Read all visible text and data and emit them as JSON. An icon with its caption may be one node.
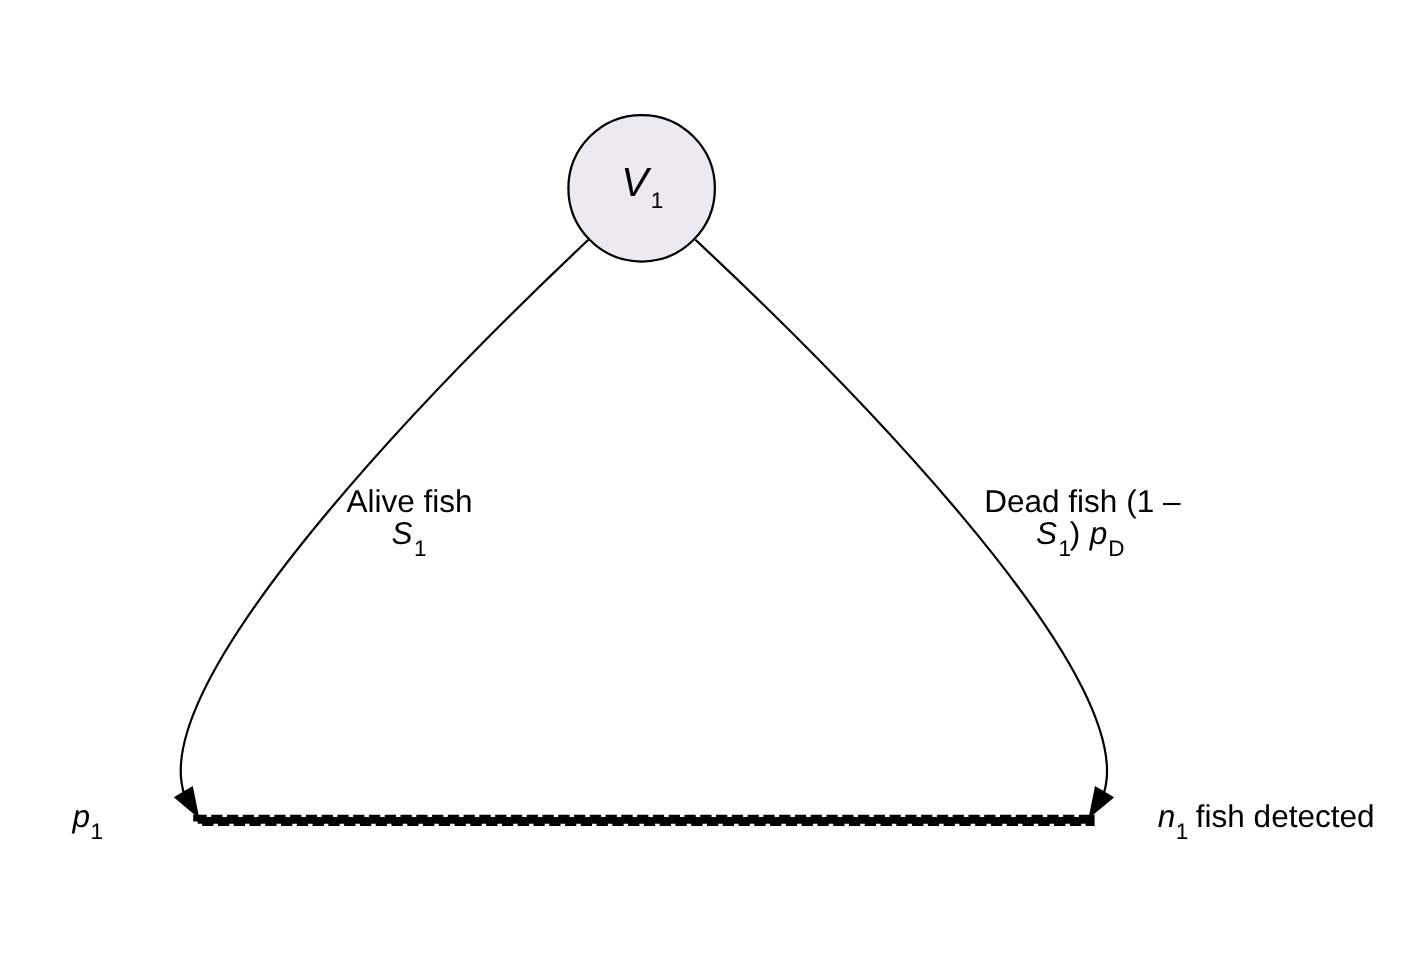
{
  "diagram": {
    "nodes": [
      {
        "text": [
          "*V*$_{1}$"
        ]
      },
      {
        "text": [],
        "shape": "bar",
        "beside": [
          "*p*$_{1}$",
          "*n*$_{1}$ fish detected"
        ]
      }
    ],
    "edges": [
      {
        "from": 0,
        "to": 1,
        "arrow": "to",
        "label": "Alive fish *S*$_{1}$"
      },
      {
        "from": 0,
        "to": 1,
        "arrow": "to",
        "label": "Dead fish (1 – *S*$_{1}$) *p*$_{D}$"
      }
    ]
  }
}
